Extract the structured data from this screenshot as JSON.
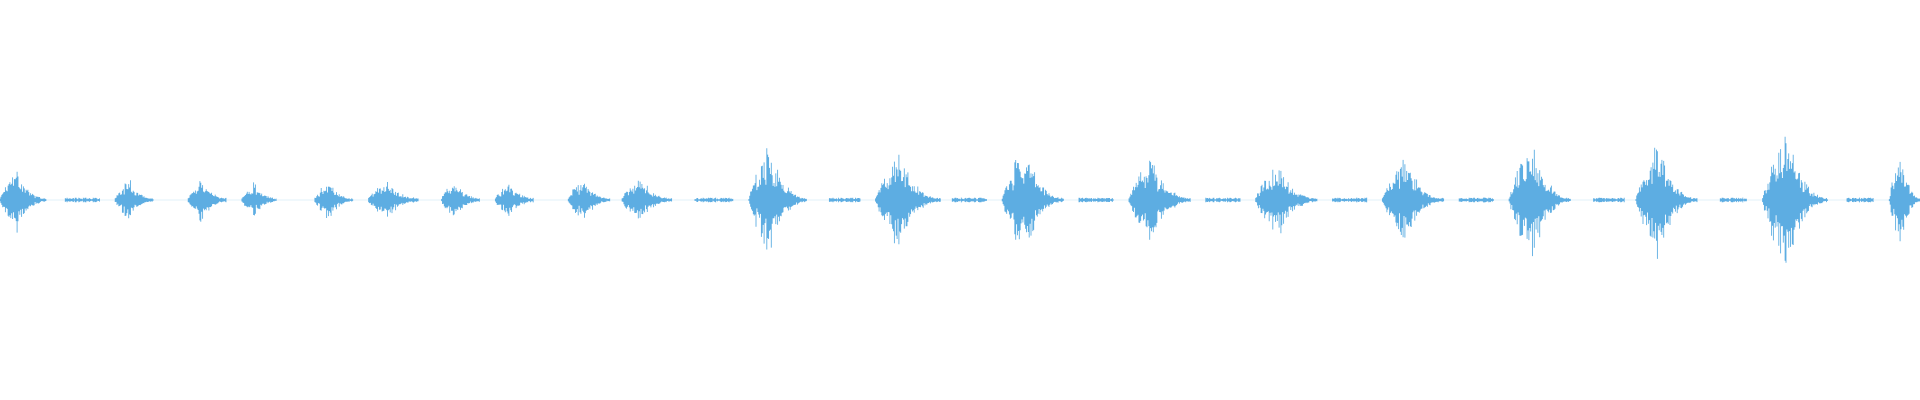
{
  "waveform": {
    "color": "#5dade2",
    "background": "#ffffff",
    "duration_range": [
      0,
      1
    ],
    "amplitude_range": [
      -1,
      1
    ],
    "segments": [
      {
        "kind": "burst",
        "start": 0.0,
        "end": 0.024,
        "peak": 0.17,
        "noise": 0.012
      },
      {
        "kind": "hiss",
        "start": 0.034,
        "end": 0.052,
        "peak": 0.012
      },
      {
        "kind": "burst",
        "start": 0.06,
        "end": 0.08,
        "peak": 0.11,
        "noise": 0.012
      },
      {
        "kind": "burst",
        "start": 0.098,
        "end": 0.118,
        "peak": 0.11,
        "noise": 0.012
      },
      {
        "kind": "burst",
        "start": 0.126,
        "end": 0.144,
        "peak": 0.09,
        "noise": 0.012
      },
      {
        "kind": "burst",
        "start": 0.164,
        "end": 0.184,
        "peak": 0.1,
        "noise": 0.012
      },
      {
        "kind": "burst",
        "start": 0.192,
        "end": 0.218,
        "peak": 0.1,
        "noise": 0.012
      },
      {
        "kind": "burst",
        "start": 0.23,
        "end": 0.25,
        "peak": 0.1,
        "noise": 0.012
      },
      {
        "kind": "burst",
        "start": 0.258,
        "end": 0.278,
        "peak": 0.1,
        "noise": 0.012
      },
      {
        "kind": "burst",
        "start": 0.296,
        "end": 0.318,
        "peak": 0.11,
        "noise": 0.012
      },
      {
        "kind": "burst",
        "start": 0.324,
        "end": 0.35,
        "peak": 0.12,
        "noise": 0.012
      },
      {
        "kind": "hiss",
        "start": 0.362,
        "end": 0.382,
        "peak": 0.012
      },
      {
        "kind": "burst",
        "start": 0.39,
        "end": 0.42,
        "peak": 0.3,
        "noise": 0.012
      },
      {
        "kind": "hiss",
        "start": 0.432,
        "end": 0.448,
        "peak": 0.012
      },
      {
        "kind": "burst",
        "start": 0.456,
        "end": 0.49,
        "peak": 0.26,
        "noise": 0.012
      },
      {
        "kind": "hiss",
        "start": 0.496,
        "end": 0.514,
        "peak": 0.012
      },
      {
        "kind": "burst",
        "start": 0.522,
        "end": 0.554,
        "peak": 0.29,
        "noise": 0.012
      },
      {
        "kind": "hiss",
        "start": 0.562,
        "end": 0.58,
        "peak": 0.012
      },
      {
        "kind": "burst",
        "start": 0.588,
        "end": 0.62,
        "peak": 0.23,
        "noise": 0.012
      },
      {
        "kind": "hiss",
        "start": 0.628,
        "end": 0.646,
        "peak": 0.012
      },
      {
        "kind": "burst",
        "start": 0.654,
        "end": 0.686,
        "peak": 0.2,
        "noise": 0.012
      },
      {
        "kind": "hiss",
        "start": 0.694,
        "end": 0.712,
        "peak": 0.012
      },
      {
        "kind": "burst",
        "start": 0.72,
        "end": 0.752,
        "peak": 0.22,
        "noise": 0.012
      },
      {
        "kind": "hiss",
        "start": 0.76,
        "end": 0.778,
        "peak": 0.012
      },
      {
        "kind": "burst",
        "start": 0.786,
        "end": 0.818,
        "peak": 0.32,
        "noise": 0.012
      },
      {
        "kind": "hiss",
        "start": 0.83,
        "end": 0.846,
        "peak": 0.012
      },
      {
        "kind": "burst",
        "start": 0.852,
        "end": 0.884,
        "peak": 0.3,
        "noise": 0.012
      },
      {
        "kind": "hiss",
        "start": 0.896,
        "end": 0.91,
        "peak": 0.012
      },
      {
        "kind": "burst",
        "start": 0.918,
        "end": 0.952,
        "peak": 0.38,
        "noise": 0.012
      },
      {
        "kind": "hiss",
        "start": 0.962,
        "end": 0.976,
        "peak": 0.012
      },
      {
        "kind": "burst",
        "start": 0.984,
        "end": 1.0,
        "peak": 0.3,
        "noise": 0.012
      }
    ]
  }
}
